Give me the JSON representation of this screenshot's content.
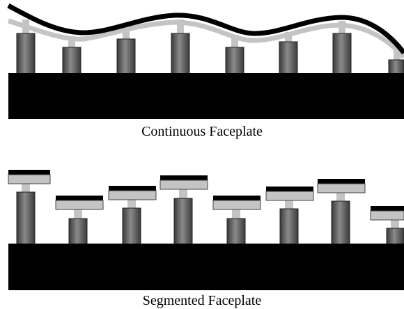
{
  "captions": {
    "continuous": "Continuous Faceplate",
    "segmented": "Segmented Faceplate"
  },
  "colors": {
    "base": "#000000",
    "actuator_dark": "#3a3a3a",
    "actuator_light": "#8a8a8a",
    "stem": "#c4c4c4",
    "faceplate_top": "#000000",
    "faceplate_under": "#c4c4c4",
    "background": "#ffffff"
  },
  "panels": {
    "continuous": {
      "actuator_count": 8
    },
    "segmented": {
      "segment_count": 8
    }
  }
}
